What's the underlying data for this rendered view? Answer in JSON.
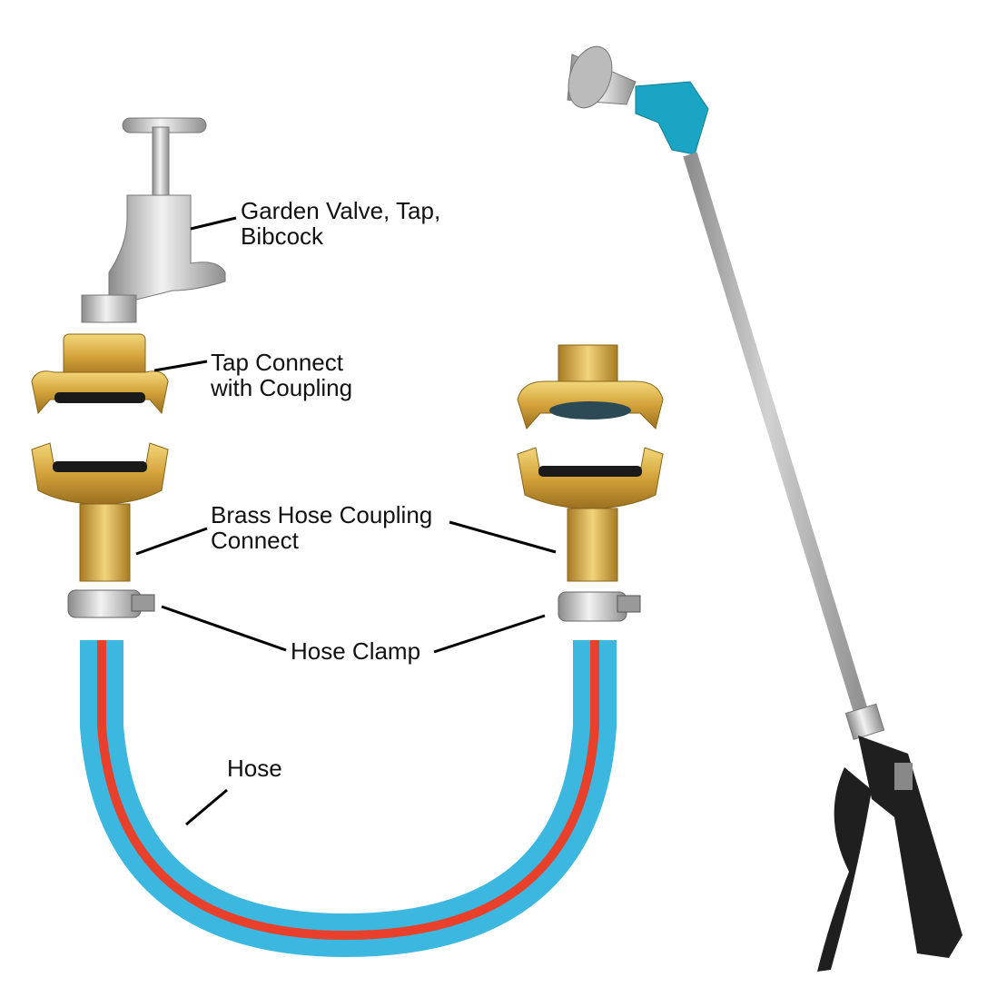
{
  "labels": {
    "garden_valve_line1": "Garden Valve, Tap,",
    "garden_valve_line2": "Bibcock",
    "tap_connect_line1": "Tap Connect",
    "tap_connect_line2": "with Coupling",
    "brass_coupling_line1": "Brass Hose Coupling",
    "brass_coupling_line2": "Connect",
    "hose_clamp": "Hose Clamp",
    "hose": "Hose"
  },
  "colors": {
    "brass": "#d9a93a",
    "chrome": "#c4c4c4",
    "hose_blue": "#3cb8e0",
    "hose_red": "#e8402a",
    "wand_accent": "#1aa5c4",
    "grip": "#1f1f1f"
  }
}
